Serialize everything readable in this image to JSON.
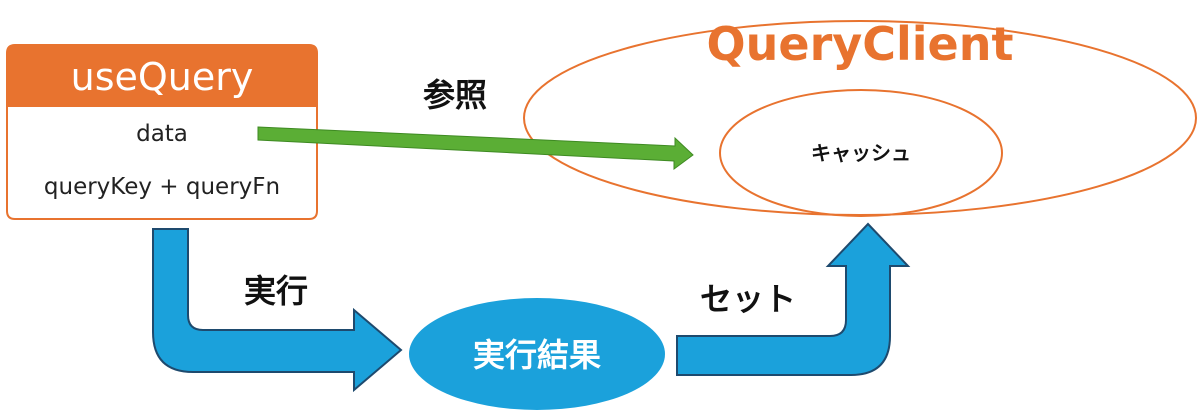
{
  "use_query": {
    "title": "useQuery",
    "data_label": "data",
    "key_fn_label": "queryKey + queryFn"
  },
  "query_client": {
    "title": "QueryClient",
    "cache_label": "キャッシュ"
  },
  "labels": {
    "reference": "参照",
    "execute": "実行",
    "set": "セット"
  },
  "result": {
    "label": "実行結果"
  },
  "colors": {
    "orange": "#E8732F",
    "green": "#5BAE35",
    "blue": "#1BA1DB",
    "blue_stroke": "#1E4A6E"
  }
}
